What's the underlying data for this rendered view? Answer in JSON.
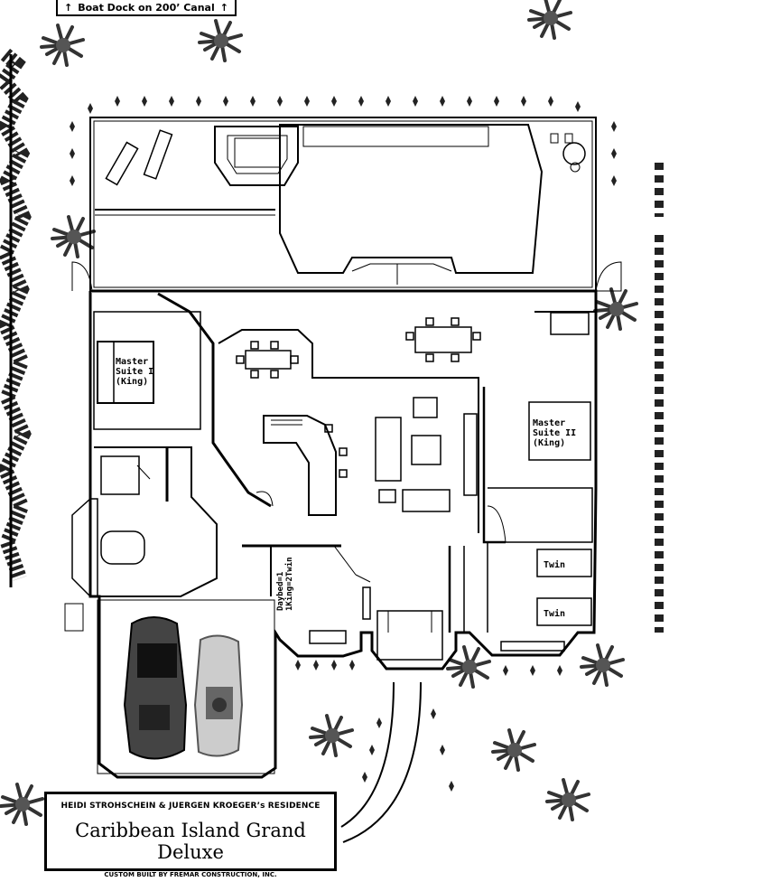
{
  "dock_sign": {
    "text": "Boat Dock on 200’ Canal",
    "arrow_left": "↑",
    "arrow_right": "↑"
  },
  "rooms": {
    "master_suite_1": [
      "Master",
      "Suite I",
      "(King)"
    ],
    "master_suite_2": [
      "Master",
      "Suite II",
      "(King)"
    ],
    "twin_1": "Twin",
    "twin_2": "Twin",
    "daybed": [
      "Daybed=1",
      "1King=2Twin"
    ]
  },
  "title_block": {
    "owner": "HEIDI STROHSCHEIN & JUERGEN KROEGER’s RESIDENCE",
    "model": "Caribbean Island Grand Deluxe",
    "builder": "CUSTOM BUILT BY FREMAR CONSTRUCTION, INC."
  }
}
